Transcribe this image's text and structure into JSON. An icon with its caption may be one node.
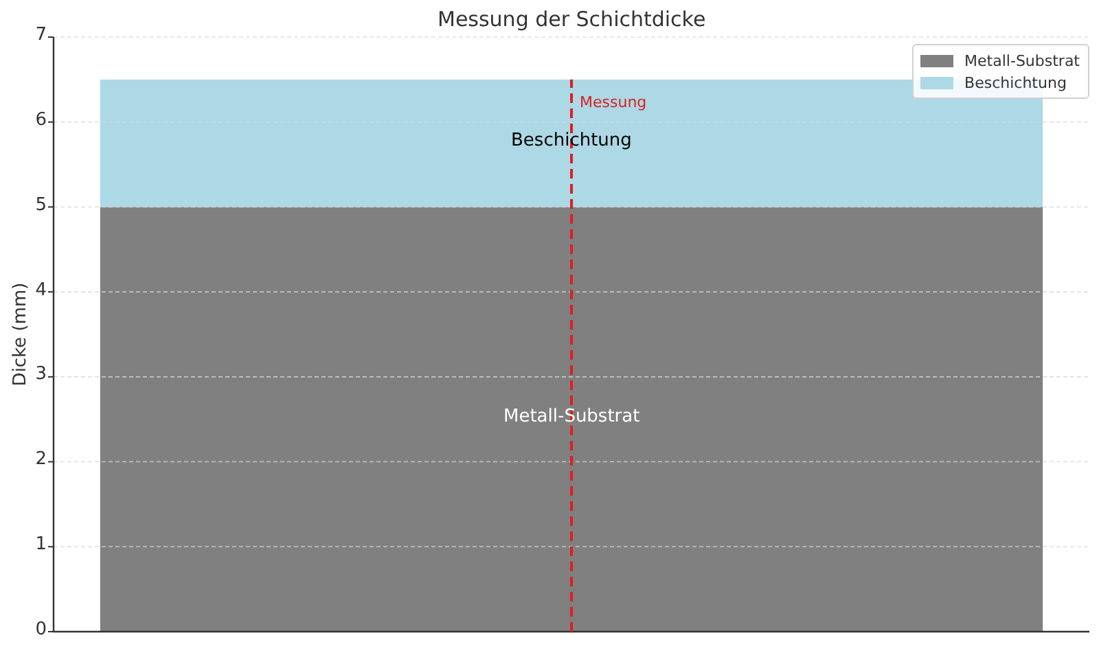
{
  "diagram": {
    "legend": [
      {
        "text": "Metall-Substrat",
        "color": "#808080"
      },
      {
        "text": "Beschichtung",
        "color": "#add8e6"
      }
    ],
    "chart_data": {
      "type": "bar",
      "title": "Messung der Schichtdicke",
      "ylabel": "Dicke (mm)",
      "categories": [
        null
      ],
      "series": [
        {
          "name": "Metall-Substrat",
          "color": "#808080",
          "values": [
            5
          ]
        },
        {
          "name": "Beschichtung",
          "color": "#add8e6",
          "values": [
            1.5
          ]
        }
      ],
      "ylim": [
        0,
        7
      ],
      "yticks": [
        0,
        1,
        2,
        3,
        4,
        5,
        6,
        7
      ],
      "stacked": true,
      "orientation": "vertical",
      "grid": true,
      "annotations": [
        "Messung"
      ]
    }
  }
}
